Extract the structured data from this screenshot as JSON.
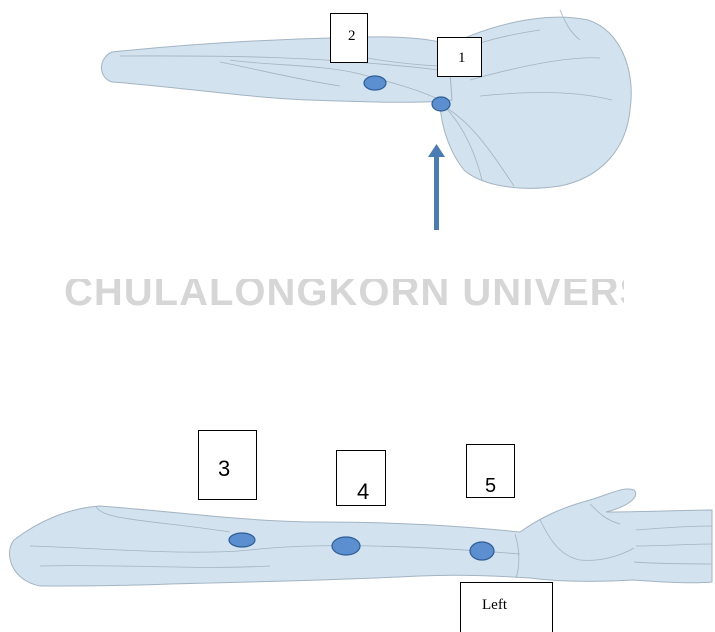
{
  "watermark": {
    "text": "CHULALONGKORN UNIVERSITY"
  },
  "upper_figure": {
    "labels": [
      {
        "id": "box-1",
        "text": "1"
      },
      {
        "id": "box-2",
        "text": "2"
      }
    ],
    "arrow_color": "#4a7cb4"
  },
  "lower_figure": {
    "labels": [
      {
        "id": "box-3",
        "text": "3"
      },
      {
        "id": "box-4",
        "text": "4"
      },
      {
        "id": "box-5",
        "text": "5"
      }
    ],
    "side_label": "Left"
  },
  "colors": {
    "skin_fill": "#d2e2ee",
    "skin_stroke": "#a3b4c2",
    "marker_fill": "#5b8fd0",
    "marker_stroke": "#2d5d96",
    "arrow": "#4a7cb4"
  }
}
